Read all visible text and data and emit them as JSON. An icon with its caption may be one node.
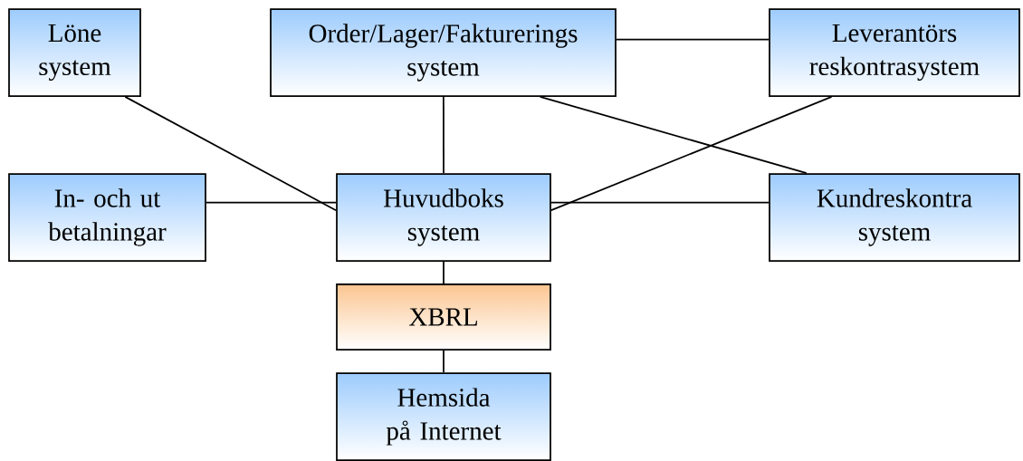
{
  "diagram": {
    "nodes": [
      {
        "text": [
          "Löne system"
        ]
      },
      {
        "text": [
          "Order/Lager/Fakturerings system"
        ]
      },
      {
        "text": [
          "Leverantörs reskontrasystem"
        ]
      },
      {
        "text": [
          "In- och ut betalningar"
        ]
      },
      {
        "text": [
          "Huvudboks system"
        ]
      },
      {
        "text": [
          "Kundreskontra system"
        ]
      },
      {
        "text": [
          "XBRL"
        ]
      },
      {
        "text": [
          "Hemsida på Internet"
        ]
      }
    ],
    "edges": [
      {
        "from": 0,
        "to": 4,
        "arrow": "none"
      },
      {
        "from": 1,
        "to": 2,
        "arrow": "none"
      },
      {
        "from": 1,
        "to": 4,
        "arrow": "none"
      },
      {
        "from": 1,
        "to": 5,
        "arrow": "none"
      },
      {
        "from": 2,
        "to": 4,
        "arrow": "none"
      },
      {
        "from": 3,
        "to": 4,
        "arrow": "none"
      },
      {
        "from": 4,
        "to": 5,
        "arrow": "none"
      },
      {
        "from": 4,
        "to": 6,
        "arrow": "none"
      },
      {
        "from": 6,
        "to": 7,
        "arrow": "none"
      }
    ]
  }
}
